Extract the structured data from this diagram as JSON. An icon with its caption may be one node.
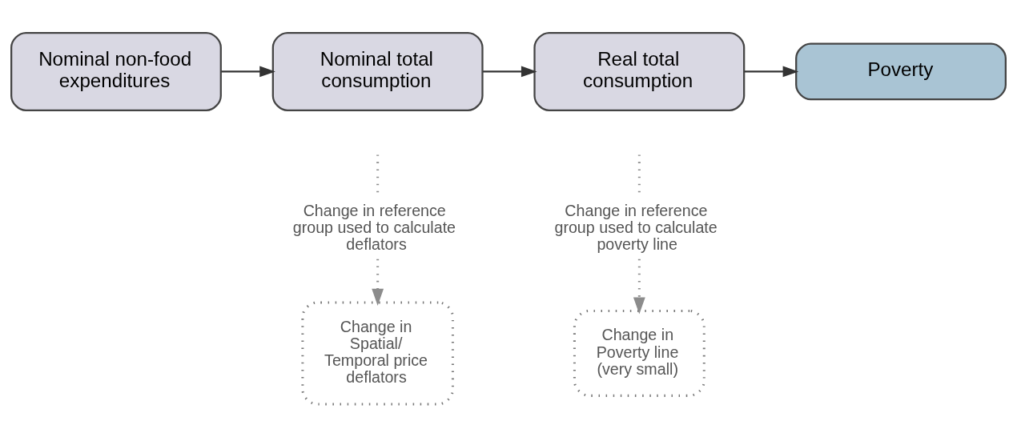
{
  "diagram": {
    "nodes": [
      {
        "text": [
          "Nominal non-food expenditures"
        ]
      },
      {
        "text": [
          "Nominal total consumption"
        ]
      },
      {
        "text": [
          "Real total consumption"
        ]
      },
      {
        "text": [
          "Poverty"
        ]
      },
      {
        "text": [
          "Change in reference group used to calculate deflators"
        ]
      },
      {
        "text": [
          "Change in Spatial/ Temporal price deflators"
        ]
      },
      {
        "text": [
          "Change in reference group used to calculate poverty line"
        ]
      },
      {
        "text": [
          "Change in Poverty line (very small)"
        ]
      }
    ],
    "edges": [
      {
        "from": 0,
        "to": 1,
        "arrow": "to"
      },
      {
        "from": 1,
        "to": 2,
        "arrow": "to"
      },
      {
        "from": 2,
        "to": 3,
        "arrow": "to"
      },
      {
        "from": null,
        "to": 4,
        "arrow": "none",
        "style": "dashed",
        "color": "#8c8c8c"
      },
      {
        "from": 4,
        "to": 5,
        "arrow": "to",
        "style": "dashed",
        "color": "#8c8c8c"
      },
      {
        "from": null,
        "to": 6,
        "arrow": "none",
        "style": "dashed",
        "color": "#8c8c8c"
      },
      {
        "from": 6,
        "to": 7,
        "arrow": "to",
        "style": "dashed",
        "color": "#8c8c8c"
      }
    ]
  }
}
